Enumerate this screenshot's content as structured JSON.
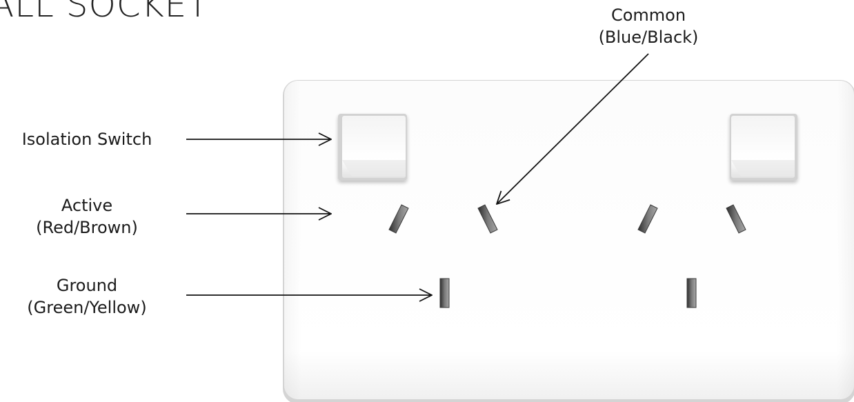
{
  "title": "ALL SOCKET",
  "labels": {
    "isolation_switch": "Isolation Switch",
    "active": {
      "name": "Active",
      "wire_colors": "(Red/Brown)"
    },
    "ground": {
      "name": "Ground",
      "wire_colors": "(Green/Yellow)"
    },
    "common": {
      "name": "Common",
      "wire_colors": "(Blue/Black)"
    }
  },
  "colors": {
    "plate": "#ffffff",
    "plate_edge": "#d9d9d9",
    "slot_dark": "#3a3a3a",
    "slot_light": "#8f8f8f",
    "arrow": "#111111"
  }
}
